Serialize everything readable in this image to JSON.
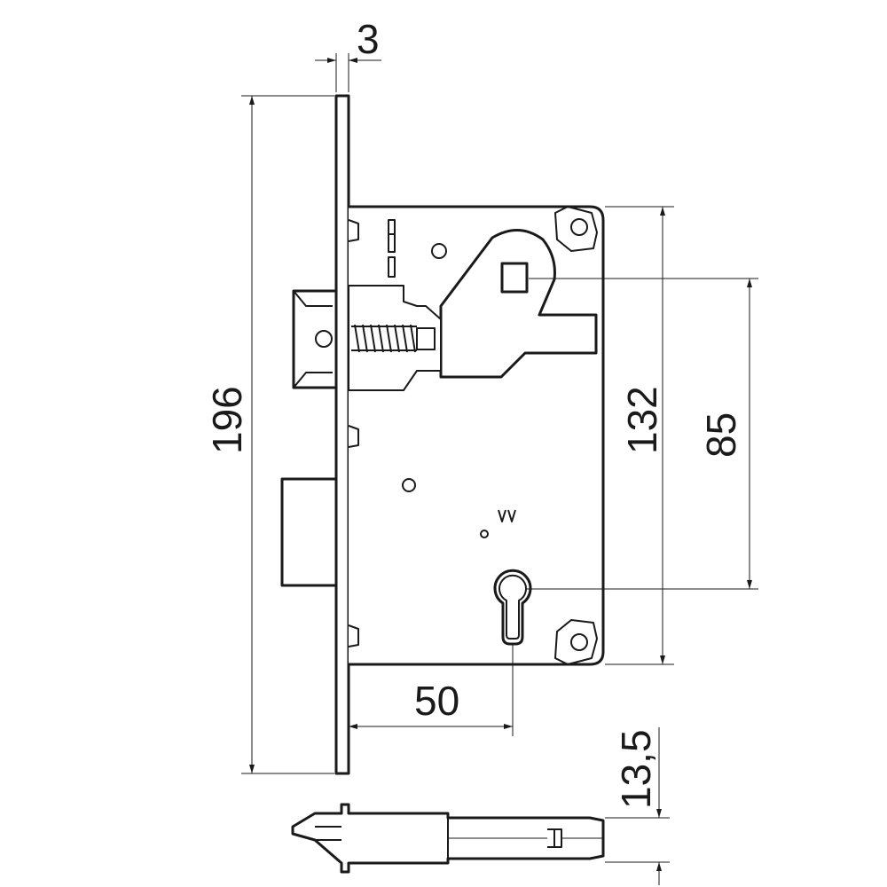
{
  "dimensions": {
    "faceplate_thickness": "3",
    "faceplate_length": "196",
    "body_height": "132",
    "center_distance": "85",
    "backset": "50",
    "latch_height": "13,5"
  }
}
